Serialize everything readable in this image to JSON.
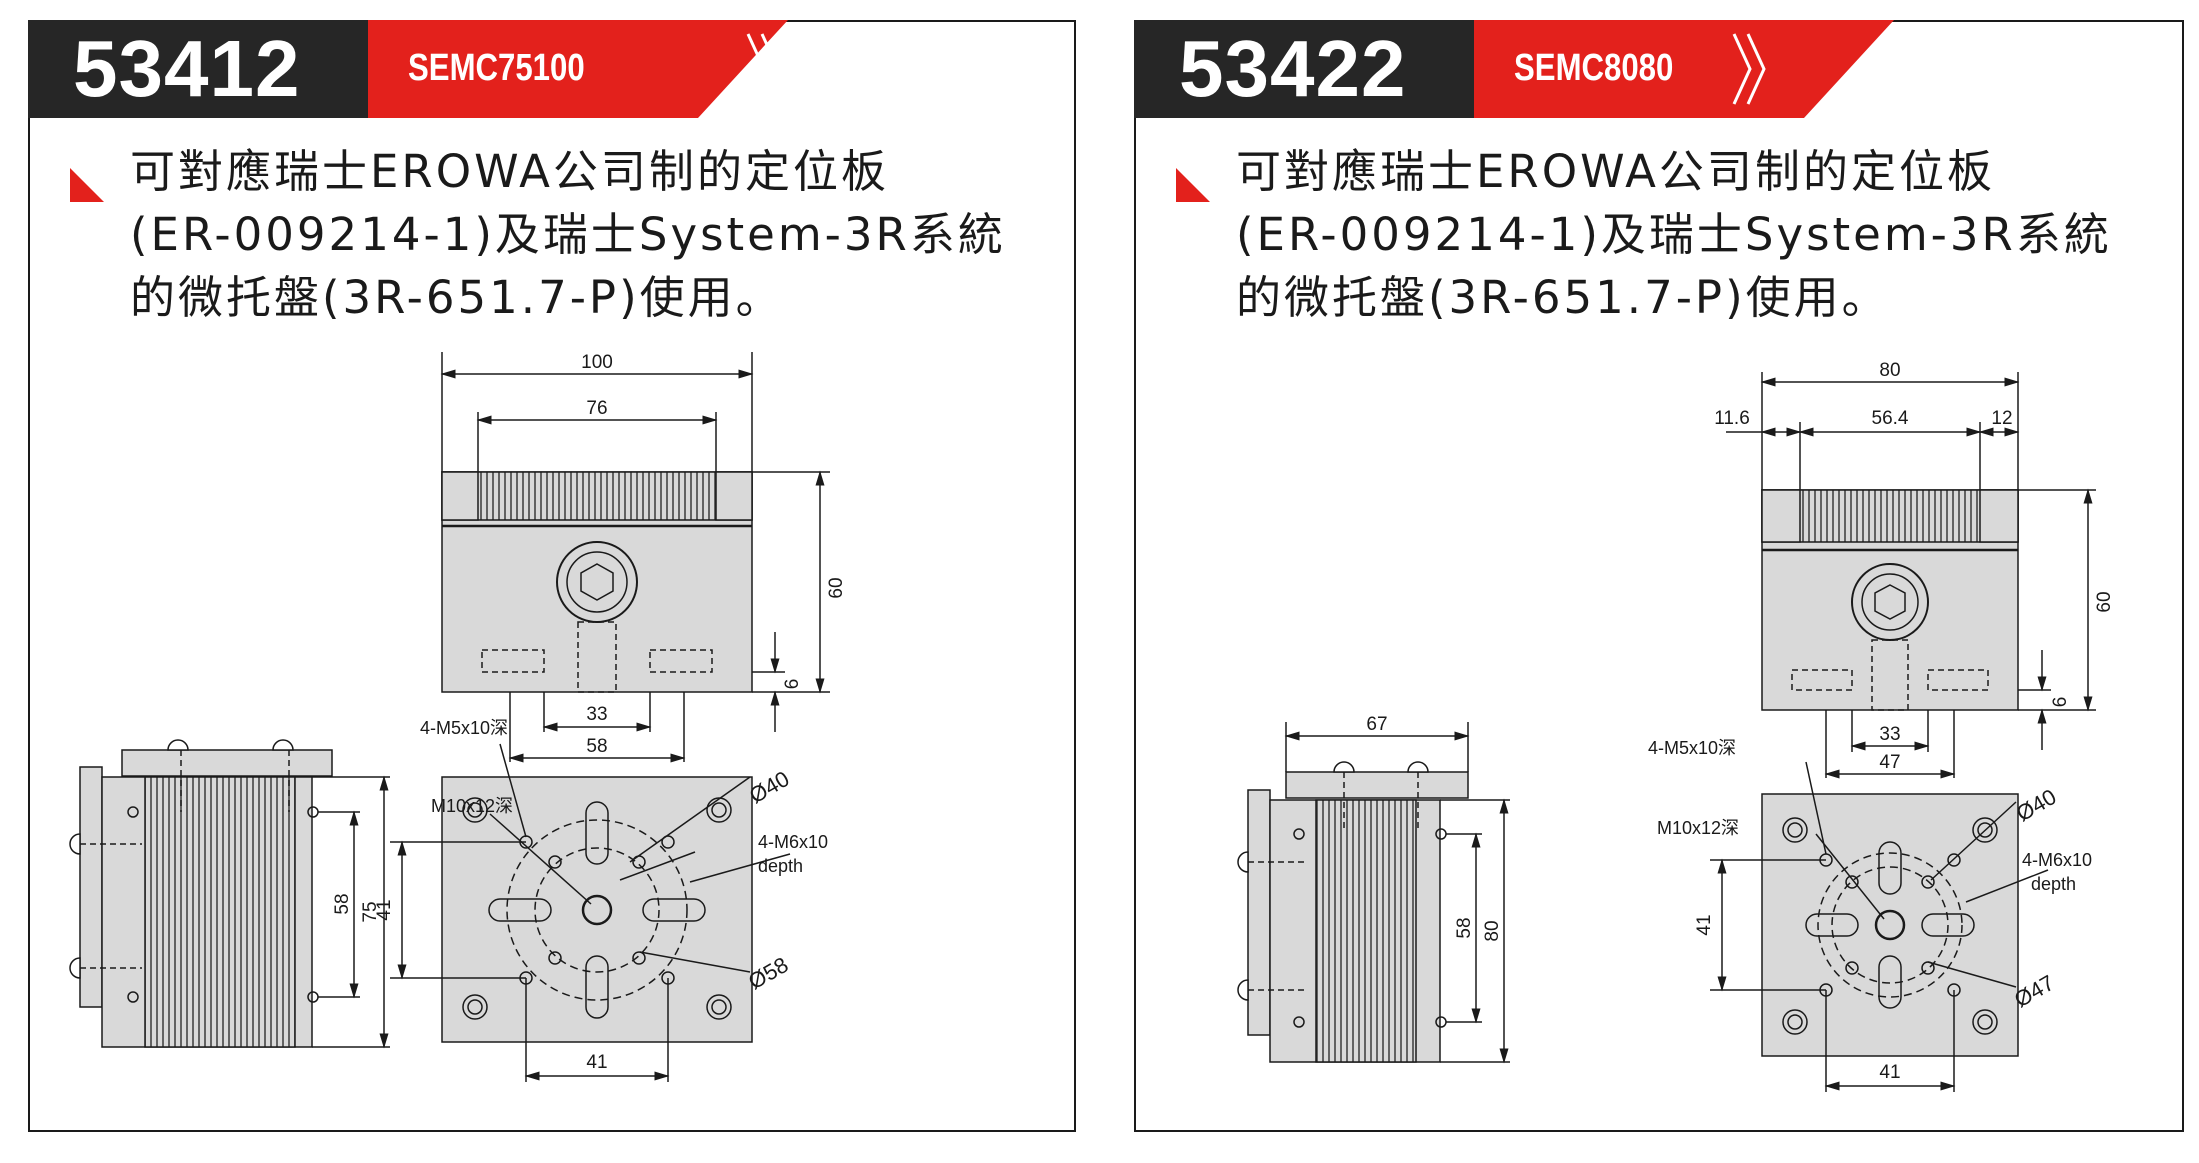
{
  "panels": [
    {
      "code": "53412",
      "model": "SEMC75100",
      "description": [
        "可對應瑞士EROWA公司制的定位板",
        "(ER-009214-1)及瑞士System-3R系統",
        "的微托盤(3R-651.7-P)使用。"
      ],
      "dims": {
        "top_width": "100",
        "top_inner": "76",
        "top_height": "60",
        "top_step": "6",
        "slot_inner": "33",
        "slot_outer": "58",
        "thread_m5": "4-M5x10深",
        "thread_m10": "M10x12深",
        "thread_m6": "4-M6x10",
        "thread_m6_note": "depth",
        "dia_inner": "Ø40",
        "dia_outer": "Ø58",
        "hole_spacing_v": "41",
        "hole_spacing_h": "41",
        "side_58": "58",
        "side_height": "75"
      }
    },
    {
      "code": "53422",
      "model": "SEMC8080",
      "description": [
        "可對應瑞士EROWA公司制的定位板",
        "(ER-009214-1)及瑞士System-3R系統",
        "的微托盤(3R-651.7-P)使用。"
      ],
      "dims": {
        "top_width": "80",
        "left_off": "11.6",
        "top_inner": "56.4",
        "right_off": "12",
        "top_height": "60",
        "top_step": "6",
        "slot_inner": "33",
        "slot_outer": "47",
        "side_width": "67",
        "thread_m5": "4-M5x10深",
        "thread_m10": "M10x12深",
        "thread_m6": "4-M6x10",
        "thread_m6_note": "depth",
        "dia_inner": "Ø40",
        "dia_outer": "Ø47",
        "hole_spacing_v": "41",
        "hole_spacing_h": "41",
        "side_58": "58",
        "side_height": "80"
      }
    }
  ],
  "colors": {
    "header_dark": "#262626",
    "header_red": "#e3211c",
    "metal": "#d9d9d9",
    "line": "#1a1a1a"
  }
}
